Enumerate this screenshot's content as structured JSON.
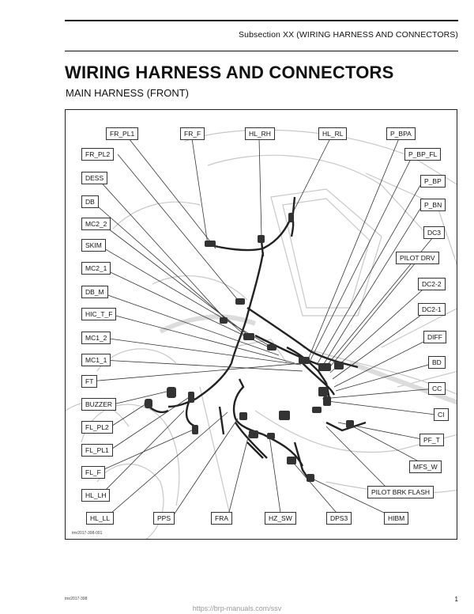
{
  "header": {
    "subsection": "Subsection XX (WIRING HARNESS AND CONNECTORS)"
  },
  "page": {
    "title": "WIRING HARNESS AND CONNECTORS",
    "subtitle": "MAIN HARNESS (FRONT)"
  },
  "figure": {
    "code": "tmr2017-398-001",
    "labels": {
      "fr_pl1": "FR_PL1",
      "fr_f": "FR_F",
      "hl_rh": "HL_RH",
      "hl_rl": "HL_RL",
      "p_bpa": "P_BPA",
      "fr_pl2": "FR_PL2",
      "p_bp_fl": "P_BP_FL",
      "dess": "DESS",
      "p_bp": "P_BP",
      "db": "DB",
      "p_bn": "P_BN",
      "mc2_2": "MC2_2",
      "dc3": "DC3",
      "skim": "SKIM",
      "pilot_drv": "PILOT DRV",
      "mc2_1": "MC2_1",
      "dc2_2": "DC2-2",
      "db_m": "DB_M",
      "dc2_1": "DC2-1",
      "hic_t_f": "HIC_T_F",
      "mc1_2": "MC1_2",
      "diff": "DIFF",
      "mc1_1": "MC1_1",
      "bd": "BD",
      "ft": "FT",
      "cc": "CC",
      "buzzer": "BUZZER",
      "ci": "CI",
      "fl_pl2": "FL_PL2",
      "pf_t": "PF_T",
      "fl_pl1": "FL_PL1",
      "mfs_w": "MFS_W",
      "fl_f": "FL_F",
      "pilot_brk_flash": "PILOT BRK FLASH",
      "hl_lh": "HL_LH",
      "hl_ll": "HL_LL",
      "pps": "PPS",
      "fra": "FRA",
      "hz_sw": "HZ_SW",
      "dps3": "DPS3",
      "hibm": "HIBM"
    }
  },
  "footer": {
    "doc_code": "tmr2017-398",
    "page_number": "1",
    "url": "https://brp-manuals.com/ssv"
  }
}
